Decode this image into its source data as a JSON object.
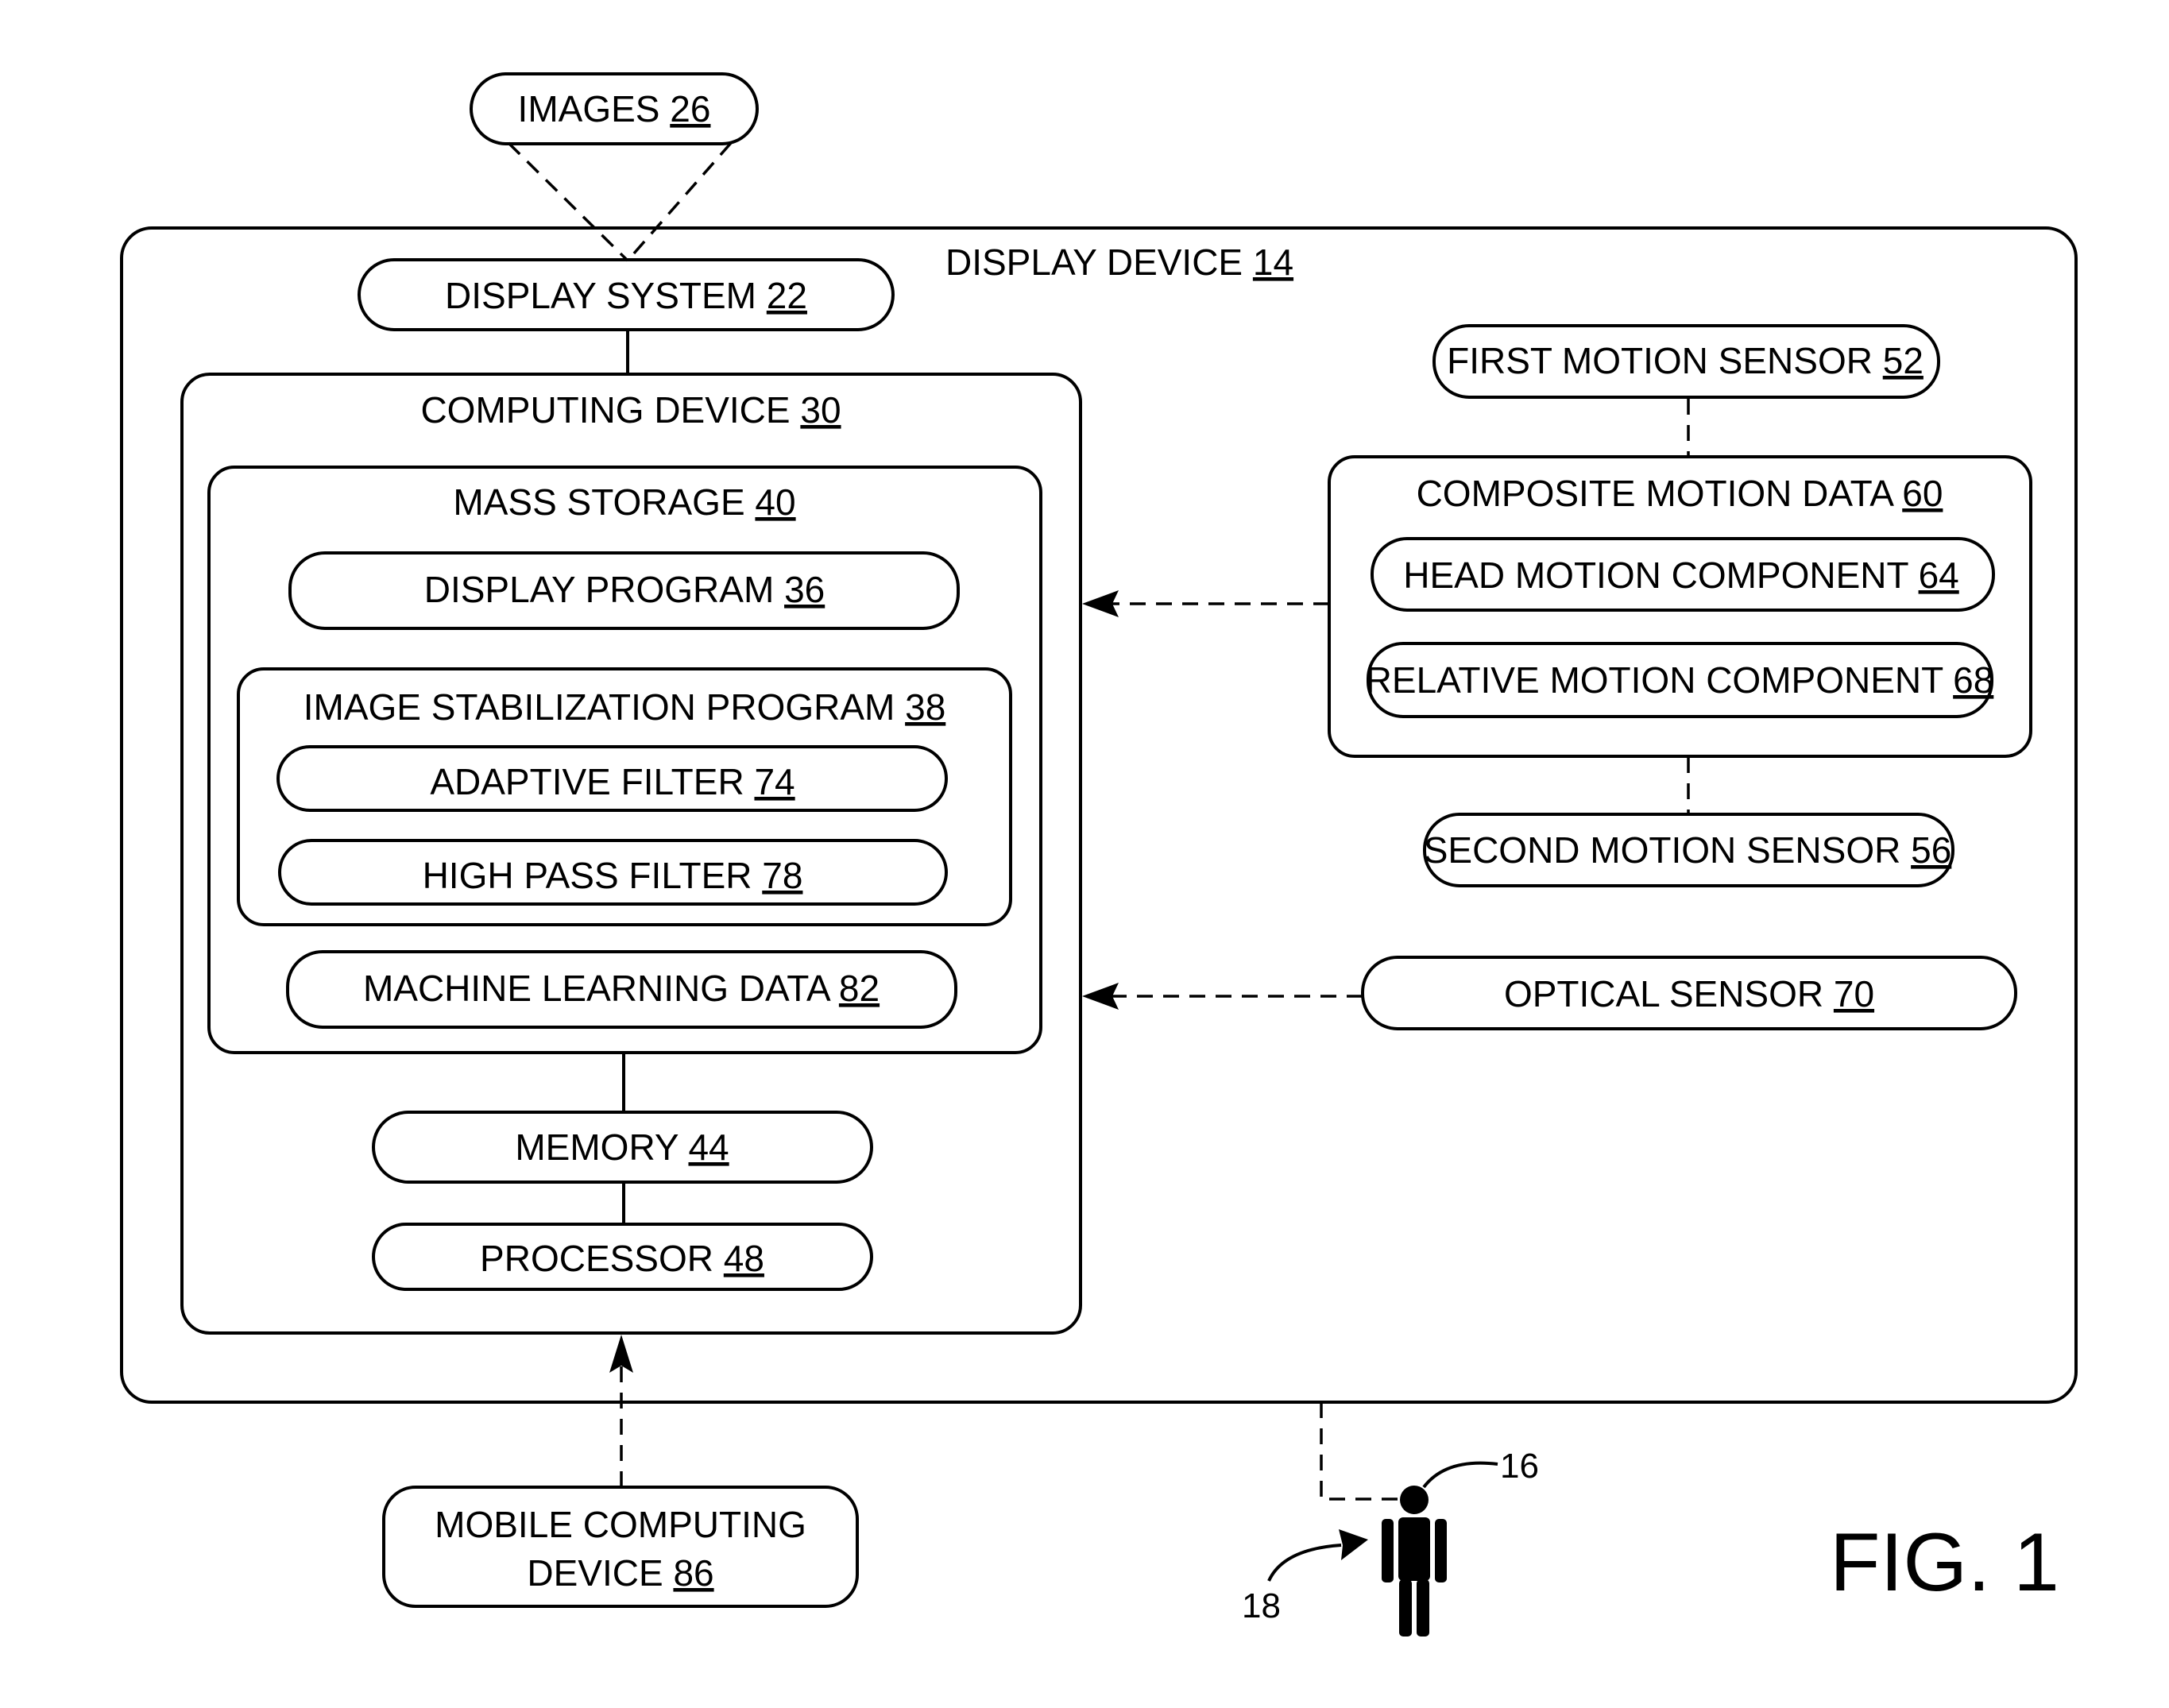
{
  "display_device": {
    "label": "DISPLAY DEVICE ",
    "ref": "14"
  },
  "images": {
    "label": "IMAGES ",
    "ref": "26"
  },
  "display_system": {
    "label": "DISPLAY SYSTEM ",
    "ref": "22"
  },
  "computing_device": {
    "label": "COMPUTING DEVICE ",
    "ref": "30"
  },
  "mass_storage": {
    "label": "MASS STORAGE ",
    "ref": "40"
  },
  "display_program": {
    "label": "DISPLAY PROGRAM ",
    "ref": "36"
  },
  "image_stabilization_program": {
    "label": "IMAGE STABILIZATION PROGRAM ",
    "ref": "38"
  },
  "adaptive_filter": {
    "label": "ADAPTIVE FILTER ",
    "ref": "74"
  },
  "high_pass_filter": {
    "label": "HIGH PASS FILTER ",
    "ref": "78"
  },
  "machine_learning_data": {
    "label": "MACHINE LEARNING DATA ",
    "ref": "82"
  },
  "memory": {
    "label": "MEMORY ",
    "ref": "44"
  },
  "processor": {
    "label": "PROCESSOR ",
    "ref": "48"
  },
  "first_motion_sensor": {
    "label": "FIRST MOTION SENSOR ",
    "ref": "52"
  },
  "composite_motion_data": {
    "label": "COMPOSITE MOTION DATA ",
    "ref": "60"
  },
  "head_motion_component": {
    "label": "HEAD MOTION COMPONENT ",
    "ref": "64"
  },
  "relative_motion_component": {
    "label": "RELATIVE MOTION COMPONENT ",
    "ref": "68"
  },
  "second_motion_sensor": {
    "label": "SECOND MOTION SENSOR ",
    "ref": "56"
  },
  "optical_sensor": {
    "label": "OPTICAL SENSOR ",
    "ref": "70"
  },
  "mobile_computing_device": {
    "label_line1": "MOBILE COMPUTING",
    "label_line2": "DEVICE ",
    "ref": "86"
  },
  "user": {
    "head_ref": "16",
    "body_ref": "18"
  },
  "figure_label": "FIG. 1"
}
